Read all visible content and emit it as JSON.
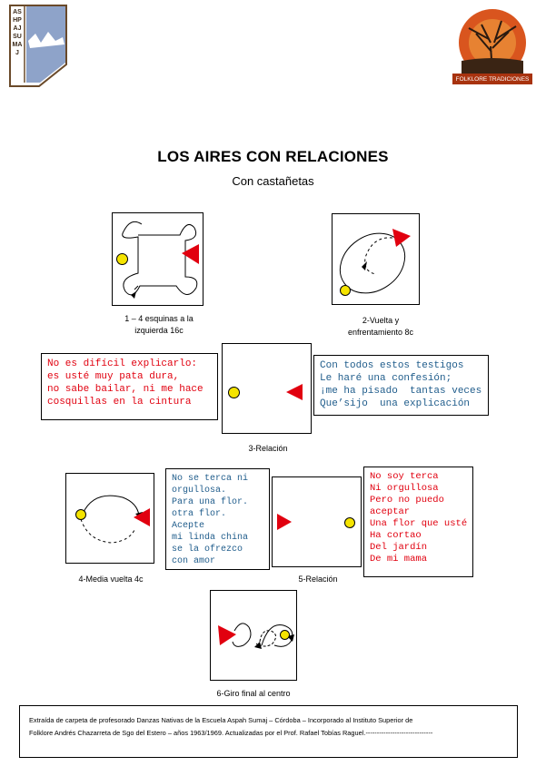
{
  "header": {
    "left_logo_text": "ASHPAJ SUMAJ",
    "right_logo_caption": "FOLKLORE TRADICIONES"
  },
  "title": "LOS AIRES CON RELACIONES",
  "subtitle": "Con castañetas",
  "figures": [
    {
      "caption_lines": [
        "1 – 4 esquinas a la",
        "izquierda 16c"
      ]
    },
    {
      "caption_lines": [
        "2-Vuelta y",
        "enfrentamiento 8c"
      ]
    },
    {
      "caption_lines": [
        "3-Relación"
      ]
    },
    {
      "caption_lines": [
        "4-Media vuelta 4c"
      ]
    },
    {
      "caption_lines": [
        "5-Relación"
      ]
    },
    {
      "caption_lines": [
        "6-Giro final al centro"
      ]
    }
  ],
  "verses": {
    "v1": [
      "No es difícil explicarlo:",
      "es usté muy pata dura,",
      "no sabe bailar, ni me hace",
      "cosquillas en la cintura"
    ],
    "v2": [
      "Con todos estos testigos",
      "Le haré una confesión;",
      "¡me ha pisado  tantas veces",
      "Que’sijo  una explicación"
    ],
    "v3": [
      "No se terca ni",
      "orgullosa.",
      "Para una flor.",
      "otra flor.",
      "Acepte",
      "mi linda china",
      "se la ofrezco",
      "con amor"
    ],
    "v4": [
      "No soy terca",
      "Ni orgullosa",
      "Pero no puedo",
      "aceptar",
      "Una flor que usté",
      "Ha cortao",
      "Del jardín",
      "De mi mama"
    ]
  },
  "footer": {
    "line1": "Extraída de carpeta de profesorado Danzas Nativas de la Escuela Aspah Sumaj – Córdoba – Incorporado al Instituto Superior de",
    "line2": "Folklore Andrés Chazarreta de Sgo del Estero – años 1963/1969. Actualizadas por el Prof. Rafael Tobías Raguel.------------------------------"
  },
  "colors": {
    "red": "#e1000f",
    "blue": "#1f5c8b",
    "yellow": "#f5e400",
    "logo_blue": "#8ea3c9",
    "logo_brown": "#a8330f"
  }
}
